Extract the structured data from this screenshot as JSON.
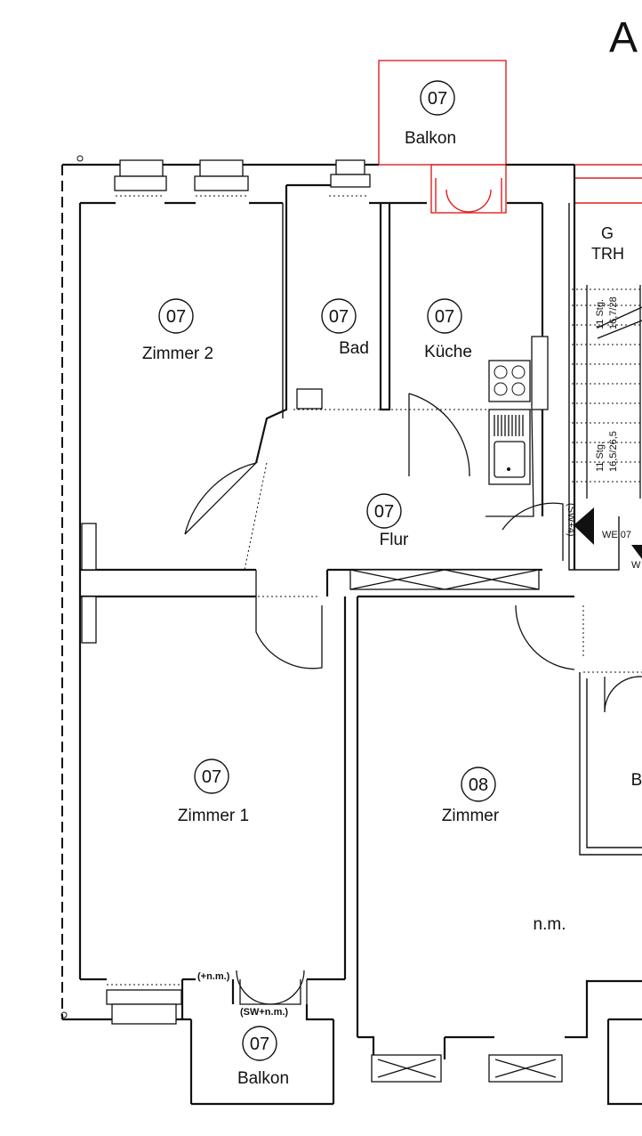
{
  "header": {
    "corner_letter": "A"
  },
  "rooms": [
    {
      "key": "balkon_top",
      "number": "07",
      "name": "Balkon"
    },
    {
      "key": "zimmer2",
      "number": "07",
      "name": "Zimmer 2"
    },
    {
      "key": "bad",
      "number": "07",
      "name": "Bad"
    },
    {
      "key": "kueche",
      "number": "07",
      "name": "Küche"
    },
    {
      "key": "flur",
      "number": "07",
      "name": "Flur"
    },
    {
      "key": "zimmer1",
      "number": "07",
      "name": "Zimmer 1"
    },
    {
      "key": "zimmer_08",
      "number": "08",
      "name": "Zimmer"
    },
    {
      "key": "balkon_bottom",
      "number": "07",
      "name": "Balkon"
    }
  ],
  "stair": {
    "code": "G",
    "label": "TRH",
    "step_label_top": "11 Stg.",
    "step_label_bottom": "11 Stg.",
    "dims_top": "16,7/28",
    "dims_bottom": "16,5/26,5"
  },
  "markers": {
    "we": "WE 07",
    "we_cut": "W",
    "sw_door": "(SW+4)",
    "balcony_door_top": "(+n.m.)",
    "balcony_door_bottom": "(SW+n.m.)",
    "not_measured": "n.m.",
    "cut_room": "B"
  },
  "colors": {
    "walls": "#111111",
    "balcony_red": "#e02020"
  }
}
